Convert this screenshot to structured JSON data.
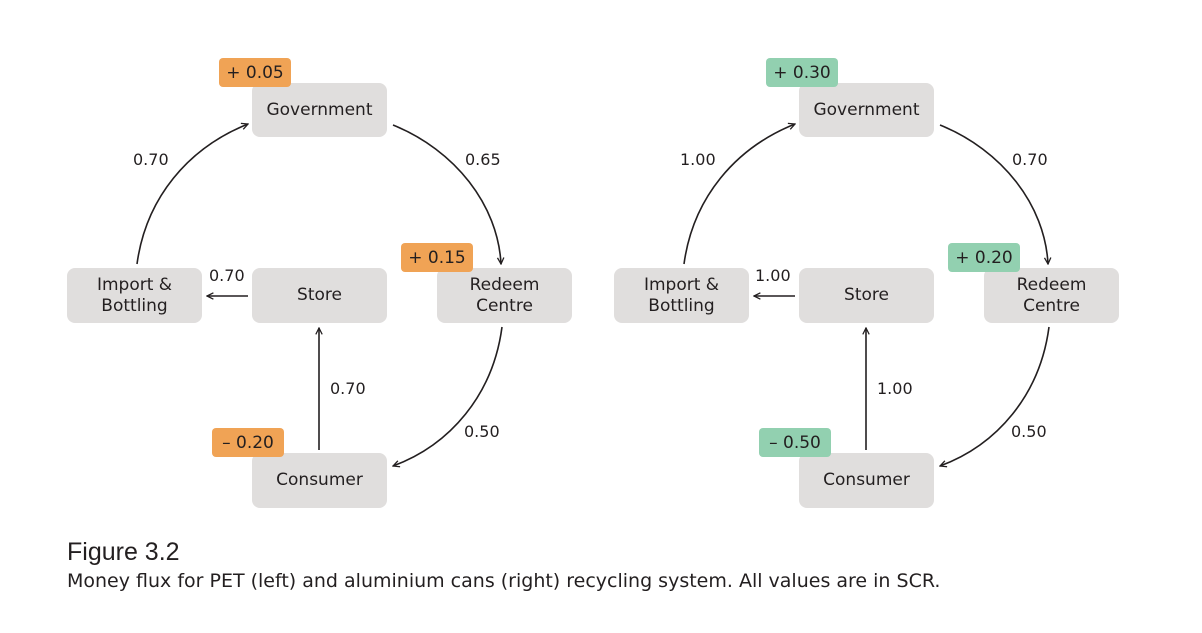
{
  "colors": {
    "node_fill": "#e0dedd",
    "badge_pet": "#f0a355",
    "badge_aluminium": "#92d0b0",
    "arrow": "#231f20",
    "text": "#231f20"
  },
  "left_diagram": {
    "nodes": {
      "government": "Government",
      "import": "Import &\nBottling",
      "store": "Store",
      "redeem": "Redeem\nCentre",
      "consumer": "Consumer"
    },
    "badges": {
      "government": "+ 0.05",
      "redeem": "+ 0.15",
      "consumer": "– 0.20"
    },
    "flows": {
      "import_to_government": "0.70",
      "government_to_redeem": "0.65",
      "store_to_import": "0.70",
      "consumer_to_store": "0.70",
      "redeem_to_consumer": "0.50"
    }
  },
  "right_diagram": {
    "nodes": {
      "government": "Government",
      "import": "Import &\nBottling",
      "store": "Store",
      "redeem": "Redeem\nCentre",
      "consumer": "Consumer"
    },
    "badges": {
      "government": "+ 0.30",
      "redeem": "+ 0.20",
      "consumer": "– 0.50"
    },
    "flows": {
      "import_to_government": "1.00",
      "government_to_redeem": "0.70",
      "store_to_import": "1.00",
      "consumer_to_store": "1.00",
      "redeem_to_consumer": "0.50"
    }
  },
  "caption": {
    "title": "Figure 3.2",
    "text": "Money flux for PET (left) and aluminium cans (right) recycling system. All values are in SCR."
  }
}
